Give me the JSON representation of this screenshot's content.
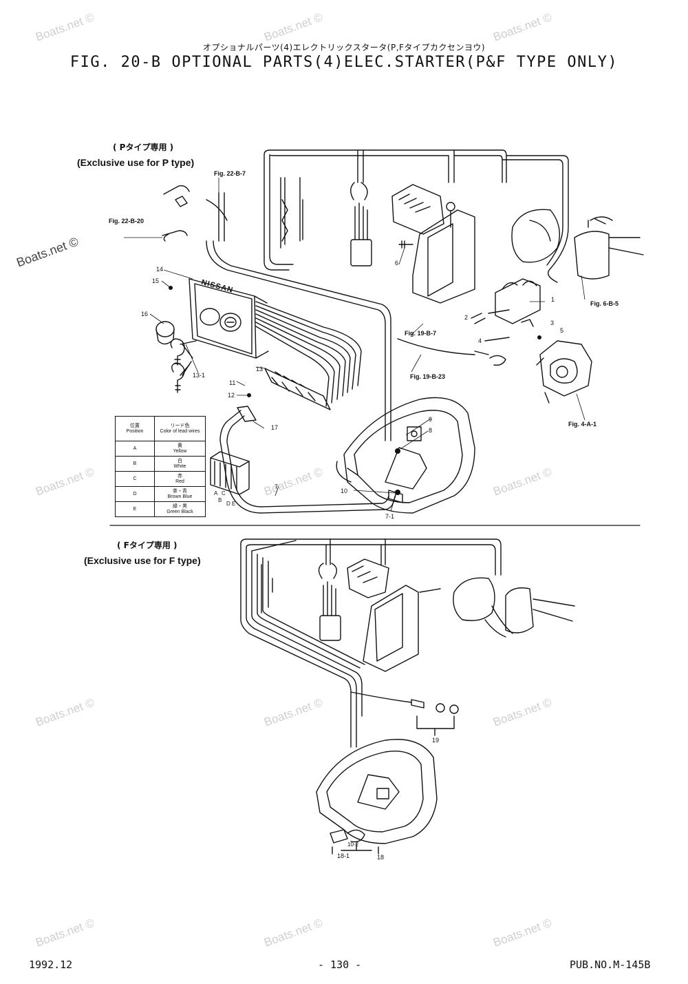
{
  "header": {
    "title_jp": "オプショナルパーツ(4)エレクトリックスタータ(P,Fタイプカクセンヨウ)",
    "title": "FIG. 20-B OPTIONAL PARTS(4)ELEC.STARTER(P&F TYPE ONLY)"
  },
  "watermark": "Boats.net ©",
  "p_section": {
    "heading_jp": "( Pタイプ専用 )",
    "heading": "(Exclusive use for P type)",
    "refs": {
      "fig_22_b_7": "Fig. 22-B-7",
      "fig_22_b_20": "Fig. 22-B-20",
      "fig_6_b_5": "Fig. 6-B-5",
      "fig_19_b_7": "Fig. 19-B-7",
      "fig_19_b_23": "Fig. 19-B-23",
      "fig_4_a_1": "Fig. 4-A-1"
    },
    "callouts": {
      "c1": "1",
      "c2": "2",
      "c3": "3",
      "c4": "4",
      "c5": "5",
      "c6": "6",
      "c7": "7",
      "c7_1": "7-1",
      "c8": "8",
      "c9": "9",
      "c10": "10",
      "c11": "11",
      "c12": "12",
      "c13": "13",
      "c13_1": "13-1",
      "c14": "14",
      "c15": "15",
      "c16": "16",
      "c17": "17"
    },
    "panel_brand": "NISSAN",
    "connector_letters": {
      "a": "A",
      "b": "B",
      "c": "C",
      "d": "D",
      "e": "E"
    }
  },
  "legend": {
    "header_position_jp": "位置",
    "header_position": "Position",
    "header_color_jp": "リード色",
    "header_color": "Color of lead wires",
    "rows": [
      {
        "position": "A",
        "color_jp": "黄",
        "color": "Yellow"
      },
      {
        "position": "B",
        "color_jp": "白",
        "color": "White"
      },
      {
        "position": "C",
        "color_jp": "赤",
        "color": "Red"
      },
      {
        "position": "D",
        "color_jp": "茶・青",
        "color": "Brown Blue"
      },
      {
        "position": "E",
        "color_jp": "緑・黒",
        "color": "Green Black"
      }
    ]
  },
  "f_section": {
    "heading_jp": "( Fタイプ専用 )",
    "heading": "(Exclusive use for F type)",
    "callouts": {
      "c18": "18",
      "c18_1": "18-1",
      "c19": "19",
      "c10_2": "10-2"
    }
  },
  "footer": {
    "date": "1992.12",
    "page": "- 130 -",
    "pub_no": "PUB.NO.M-145B"
  }
}
